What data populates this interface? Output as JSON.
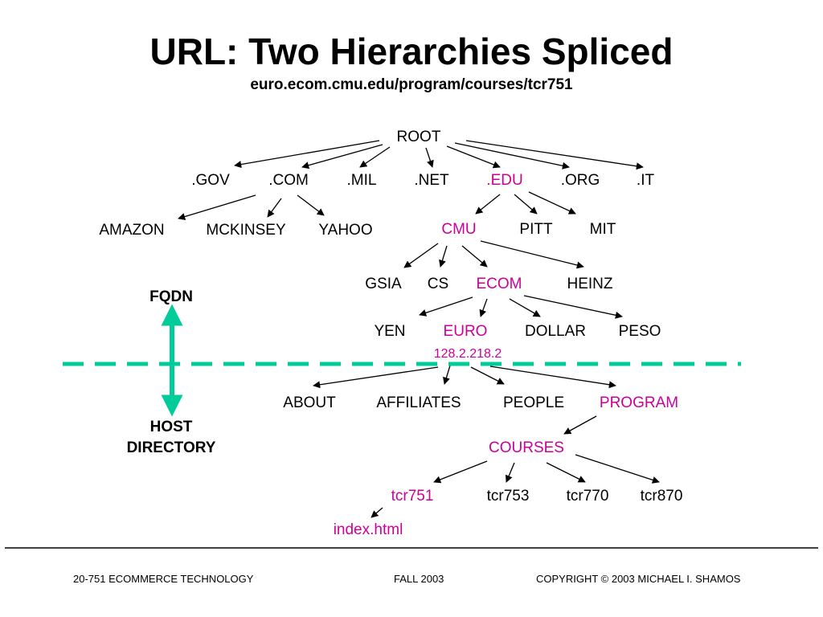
{
  "title": "URL: Two Hierarchies Spliced",
  "subtitle": "euro.ecom.cmu.edu/program/courses/tcr751",
  "nodes": {
    "root": "ROOT",
    "gov": ".GOV",
    "com": ".COM",
    "mil": ".MIL",
    "net": ".NET",
    "edu": ".EDU",
    "org": ".ORG",
    "it": ".IT",
    "amazon": "AMAZON",
    "mckinsey": "MCKINSEY",
    "yahoo": "YAHOO",
    "cmu": "CMU",
    "pitt": "PITT",
    "mit": "MIT",
    "gsia": "GSIA",
    "cs": "CS",
    "ecom": "ECOM",
    "heinz": "HEINZ",
    "yen": "YEN",
    "euro": "EURO",
    "dollar": "DOLLAR",
    "peso": "PESO",
    "ip": "128.2.218.2",
    "about": "ABOUT",
    "affiliates": "AFFILIATES",
    "people": "PEOPLE",
    "program": "PROGRAM",
    "courses": "COURSES",
    "tcr751": "tcr751",
    "tcr753": "tcr753",
    "tcr770": "tcr770",
    "tcr870": "tcr870",
    "index": "index.html"
  },
  "side_labels": {
    "fqdn": "FQDN",
    "host": "HOST",
    "directory": "DIRECTORY"
  },
  "footer": {
    "course": "20-751 ECOMMERCE TECHNOLOGY",
    "term": "FALL 2003",
    "copyright": "COPYRIGHT © 2003 MICHAEL I. SHAMOS"
  },
  "colors": {
    "highlight": "#cc0099",
    "divider": "#00cc99",
    "text": "#000000"
  }
}
